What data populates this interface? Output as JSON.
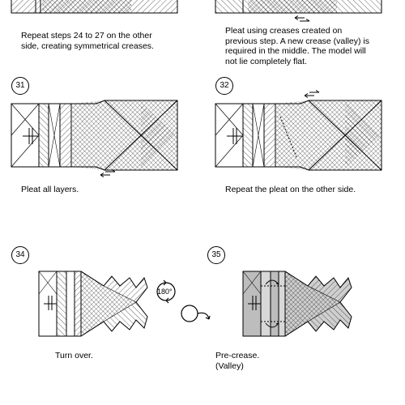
{
  "steps": [
    {
      "number": "",
      "caption": "Repeat steps 24 to 27 on the other\nside, creating symmetrical creases."
    },
    {
      "number": "",
      "caption": "Pleat using creases created on\nprevious step. A new crease (valley) is\nrequired in the middle.  The model will\nnot lie completely flat."
    },
    {
      "number": "31",
      "caption": "Pleat all layers."
    },
    {
      "number": "32",
      "caption": "Repeat the pleat on the other side."
    },
    {
      "number": "34",
      "caption": "Turn over."
    },
    {
      "number": "35",
      "caption": "Pre-crease.\n(Valley)"
    }
  ],
  "rotation_label": "180°"
}
